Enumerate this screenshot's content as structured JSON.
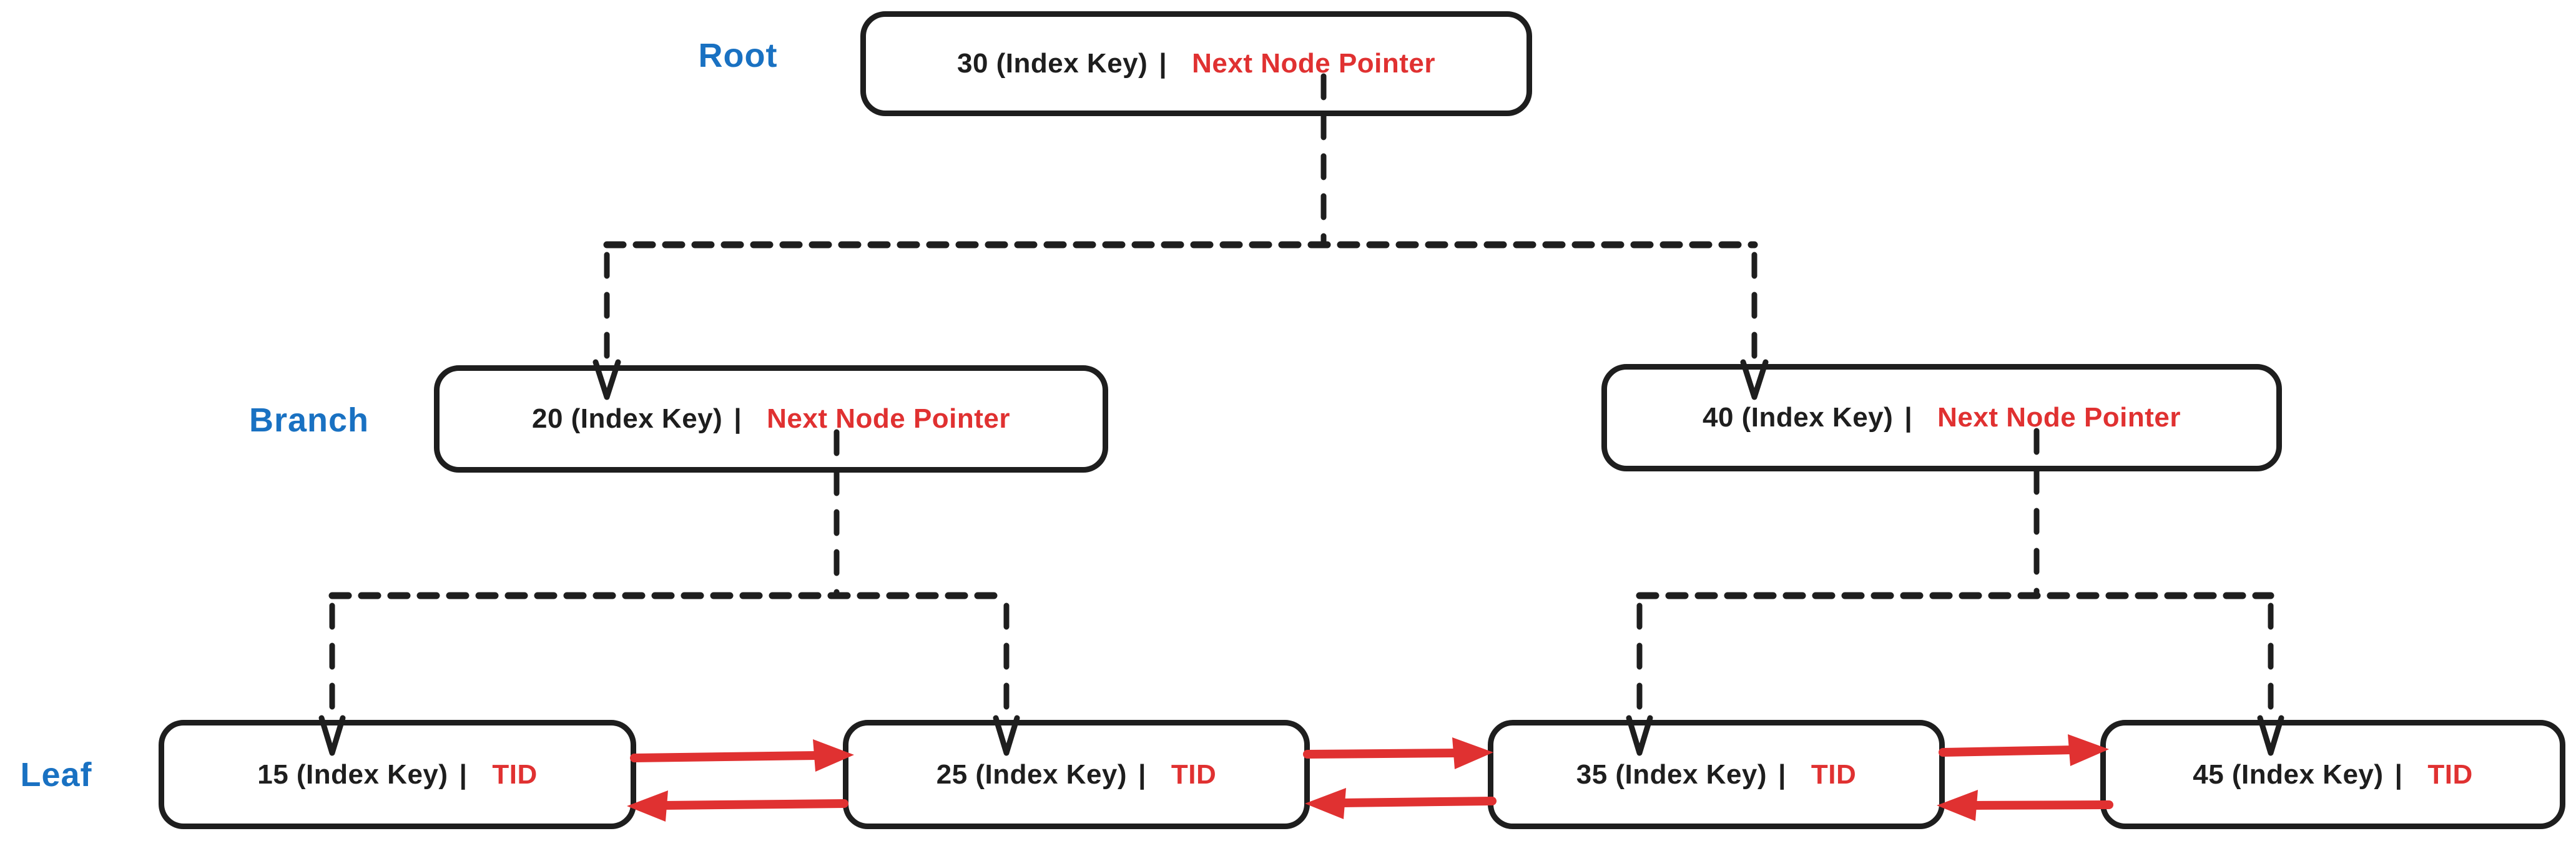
{
  "diagram_type": "b-tree-index",
  "colors": {
    "stroke": "#1e1e1e",
    "accent_red": "#e03131",
    "accent_blue": "#1971c2",
    "background": "#ffffff"
  },
  "levels": {
    "root_label": "Root",
    "branch_label": "Branch",
    "leaf_label": "Leaf"
  },
  "nodes": {
    "root": {
      "key": "30 (Index Key)",
      "separator": "|",
      "pointer": "Next Node Pointer"
    },
    "branch_left": {
      "key": "20 (Index Key)",
      "separator": "|",
      "pointer": "Next Node Pointer"
    },
    "branch_right": {
      "key": "40 (Index Key)",
      "separator": "|",
      "pointer": "Next Node Pointer"
    },
    "leaf_1": {
      "key": "15 (Index Key)",
      "separator": "|",
      "pointer": "TID"
    },
    "leaf_2": {
      "key": "25 (Index Key)",
      "separator": "|",
      "pointer": "TID"
    },
    "leaf_3": {
      "key": "35 (Index Key)",
      "separator": "|",
      "pointer": "TID"
    },
    "leaf_4": {
      "key": "45 (Index Key)",
      "separator": "|",
      "pointer": "TID"
    }
  },
  "edges": {
    "tree": [
      {
        "from": "root",
        "to": "branch_left",
        "style": "dashed-arrow"
      },
      {
        "from": "root",
        "to": "branch_right",
        "style": "dashed-arrow"
      },
      {
        "from": "branch_left",
        "to": "leaf_1",
        "style": "dashed-arrow"
      },
      {
        "from": "branch_left",
        "to": "leaf_2",
        "style": "dashed-arrow"
      },
      {
        "from": "branch_right",
        "to": "leaf_3",
        "style": "dashed-arrow"
      },
      {
        "from": "branch_right",
        "to": "leaf_4",
        "style": "dashed-arrow"
      }
    ],
    "leaf_links": [
      {
        "from": "leaf_1",
        "to": "leaf_2",
        "style": "red-arrow-right"
      },
      {
        "from": "leaf_2",
        "to": "leaf_1",
        "style": "red-arrow-left"
      },
      {
        "from": "leaf_2",
        "to": "leaf_3",
        "style": "red-arrow-right"
      },
      {
        "from": "leaf_3",
        "to": "leaf_2",
        "style": "red-arrow-left"
      },
      {
        "from": "leaf_3",
        "to": "leaf_4",
        "style": "red-arrow-right"
      },
      {
        "from": "leaf_4",
        "to": "leaf_3",
        "style": "red-arrow-left"
      }
    ]
  }
}
